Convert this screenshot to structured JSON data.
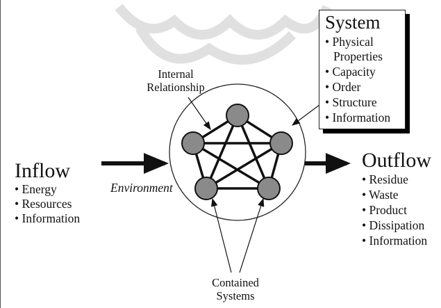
{
  "system": {
    "title": "System",
    "items": [
      "• Physical",
      "Properties",
      "• Capacity",
      "• Order",
      "• Structure",
      "• Information"
    ]
  },
  "inflow": {
    "title": "Inflow",
    "items": [
      "• Energy",
      "• Resources",
      "• Information"
    ]
  },
  "outflow": {
    "title": "Outflow",
    "items": [
      "• Residue",
      "• Waste",
      "• Product",
      "• Dissipation",
      "• Information"
    ]
  },
  "labels": {
    "internal_line1": "Internal",
    "internal_line2": "Relationship",
    "environment": "Environment",
    "contained_line1": "Contained",
    "contained_line2": "Systems"
  },
  "colors": {
    "node_fill": "#8a8a8a",
    "line": "#111111"
  }
}
